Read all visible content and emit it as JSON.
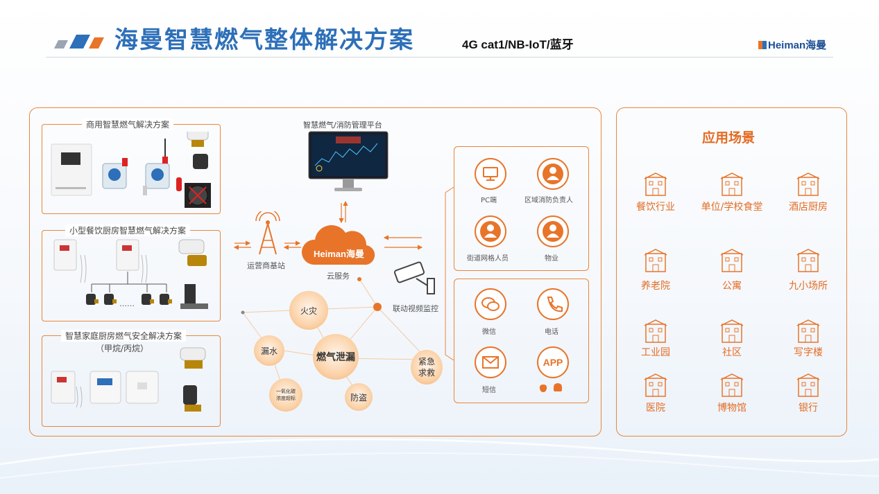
{
  "header": {
    "title": "海曼智慧燃气整体解决方案",
    "subtitle": "4G cat1/NB-IoT/蓝牙",
    "logo_text": "Heiman海曼"
  },
  "left_panels": {
    "commercial": "商用智慧燃气解决方案",
    "kitchen": "小型餐饮厨房智慧燃气解决方案",
    "home_line1": "智慧家庭厨房燃气安全解决方案",
    "home_line2": "（甲烷/丙烷）"
  },
  "center": {
    "platform_label": "智慧燃气/消防管理平台",
    "base_station": "运营商基站",
    "cloud_brand": "Heiman海曼",
    "cloud_service": "云服务",
    "video_label": "联动视频监控",
    "ellipsis": "……",
    "bubbles": {
      "fire": "火灾",
      "water": "漏水",
      "gas_leak": "燃气泄漏",
      "co_line1": "一氧化碳",
      "co_line2": "浓度超标",
      "theft": "防盗",
      "emergency_line1": "紧急",
      "emergency_line2": "求救"
    }
  },
  "roles": {
    "pc": "PC端",
    "region_manager": "区域消防负责人",
    "grid_staff": "街道网格人员",
    "property": "物业"
  },
  "notify": {
    "wechat": "微信",
    "phone": "电话",
    "sms": "短信",
    "app": "APP"
  },
  "scenarios": {
    "title": "应用场景",
    "items": [
      {
        "label": "餐饮行业",
        "icon": "restaurant-icon"
      },
      {
        "label": "单位/学校食堂",
        "icon": "school-icon"
      },
      {
        "label": "酒店厨房",
        "icon": "hotel-icon"
      },
      {
        "label": "养老院",
        "icon": "nursing-home-icon"
      },
      {
        "label": "公寓",
        "icon": "apartment-icon"
      },
      {
        "label": "九小场所",
        "icon": "small-venue-icon"
      },
      {
        "label": "工业园",
        "icon": "industrial-park-icon"
      },
      {
        "label": "社区",
        "icon": "community-icon"
      },
      {
        "label": "写字楼",
        "icon": "office-icon"
      },
      {
        "label": "医院",
        "icon": "hospital-icon"
      },
      {
        "label": "博物馆",
        "icon": "museum-icon"
      },
      {
        "label": "银行",
        "icon": "bank-icon"
      }
    ]
  },
  "colors": {
    "accent_orange": "#e8742a",
    "brand_blue": "#2d6fb8"
  }
}
